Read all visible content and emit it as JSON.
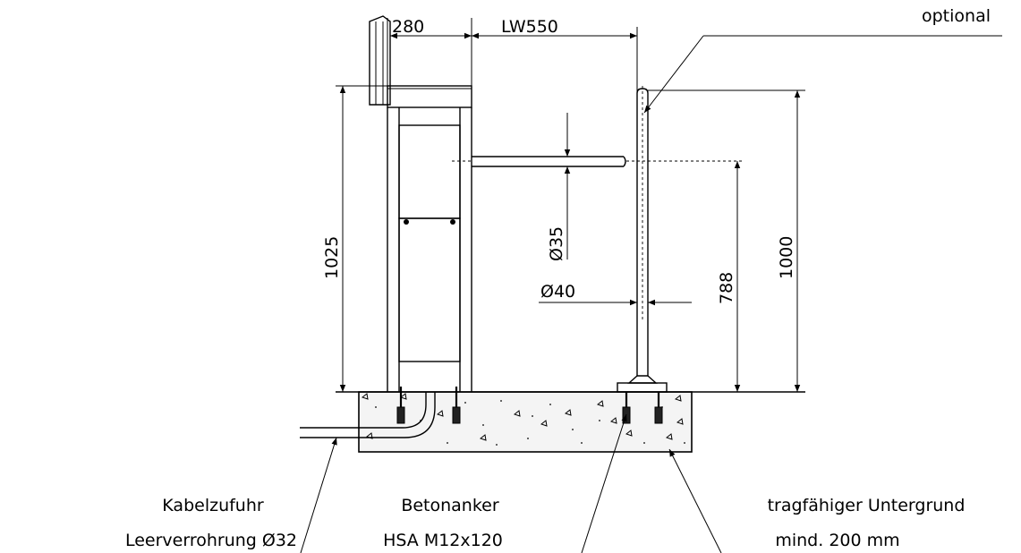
{
  "dimensions": {
    "column_width": "280",
    "clear_width": "LW550",
    "column_height": "1025",
    "bar_diameter": "Ø35",
    "post_diameter": "Ø40",
    "bar_height": "788",
    "post_height": "1000"
  },
  "labels": {
    "optional": "optional",
    "cable_line1": "Kabelzufuhr",
    "cable_line2": "Leerverrohrung Ø32",
    "anchor_line1": "Betonanker",
    "anchor_line2": "HSA M12x120",
    "ground_line1": "tragfähiger Untergrund",
    "ground_line2": "mind. 200 mm"
  }
}
